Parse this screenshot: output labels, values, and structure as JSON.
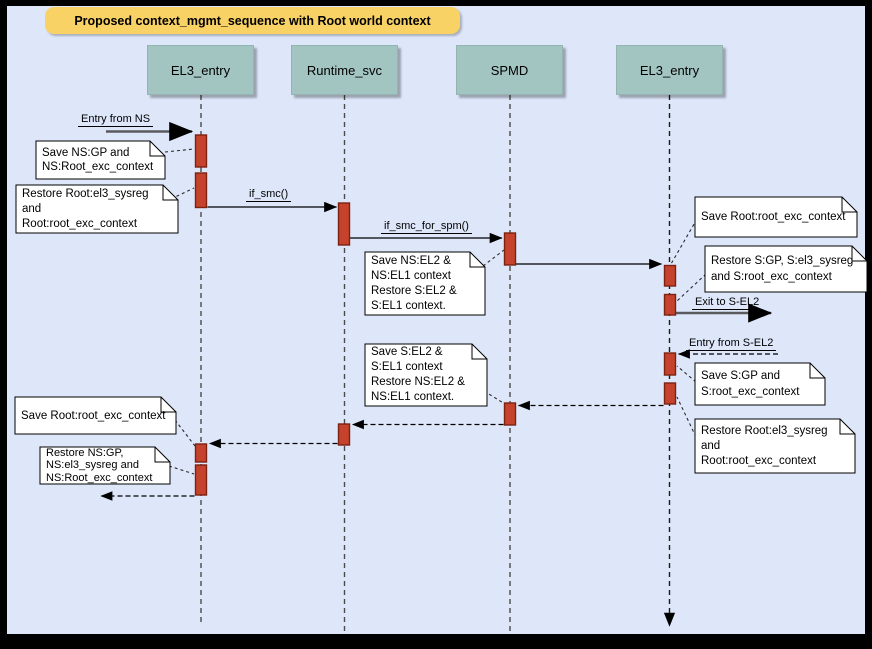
{
  "title": "Proposed context_mgmt_sequence with Root world context",
  "actors": [
    {
      "label": "EL3_entry"
    },
    {
      "label": "Runtime_svc"
    },
    {
      "label": "SPMD"
    },
    {
      "label": "EL3_entry"
    }
  ],
  "messages": {
    "entry_from_ns": "Entry from NS",
    "if_smc": "if_smc()",
    "if_smc_for_spm": "if_smc_for_spm()",
    "exit_to_s_el2": "Exit to S-EL2",
    "entry_from_s_el2": "Entry from S-EL2"
  },
  "notes": [
    {
      "text": "Save NS:GP and\nNS:Root_exc_context"
    },
    {
      "text": "Restore Root:el3_sysreg\nand\nRoot:root_exc_context"
    },
    {
      "text": "Save NS:EL2 &\nNS:EL1 context\nRestore S:EL2 &\nS:EL1 context."
    },
    {
      "text": "Save Root:root_exc_context"
    },
    {
      "text": "Restore S:GP, S:el3_sysreg\nand S:root_exc_context"
    },
    {
      "text": "Save S:GP and\nS:root_exc_context"
    },
    {
      "text": "Restore Root:el3_sysreg\nand\nRoot:root_exc_context"
    },
    {
      "text": "Save S:EL2 &\nS:EL1 context\nRestore NS:EL2 &\nNS:EL1 context."
    },
    {
      "text": "Save Root:root_exc_context"
    },
    {
      "text": "Restore NS:GP,\nNS:el3_sysreg and\nNS:Root_exc_context"
    }
  ],
  "colors": {
    "background": "#dee7fa",
    "frame": "#000000",
    "title_bg": "#f8d264",
    "actor_bg": "#a3c5c2",
    "activation_fill": "#c5432c",
    "activation_border": "#7e2112",
    "note_bg": "#ffffff",
    "found_message_line": "#5a5a5e"
  }
}
